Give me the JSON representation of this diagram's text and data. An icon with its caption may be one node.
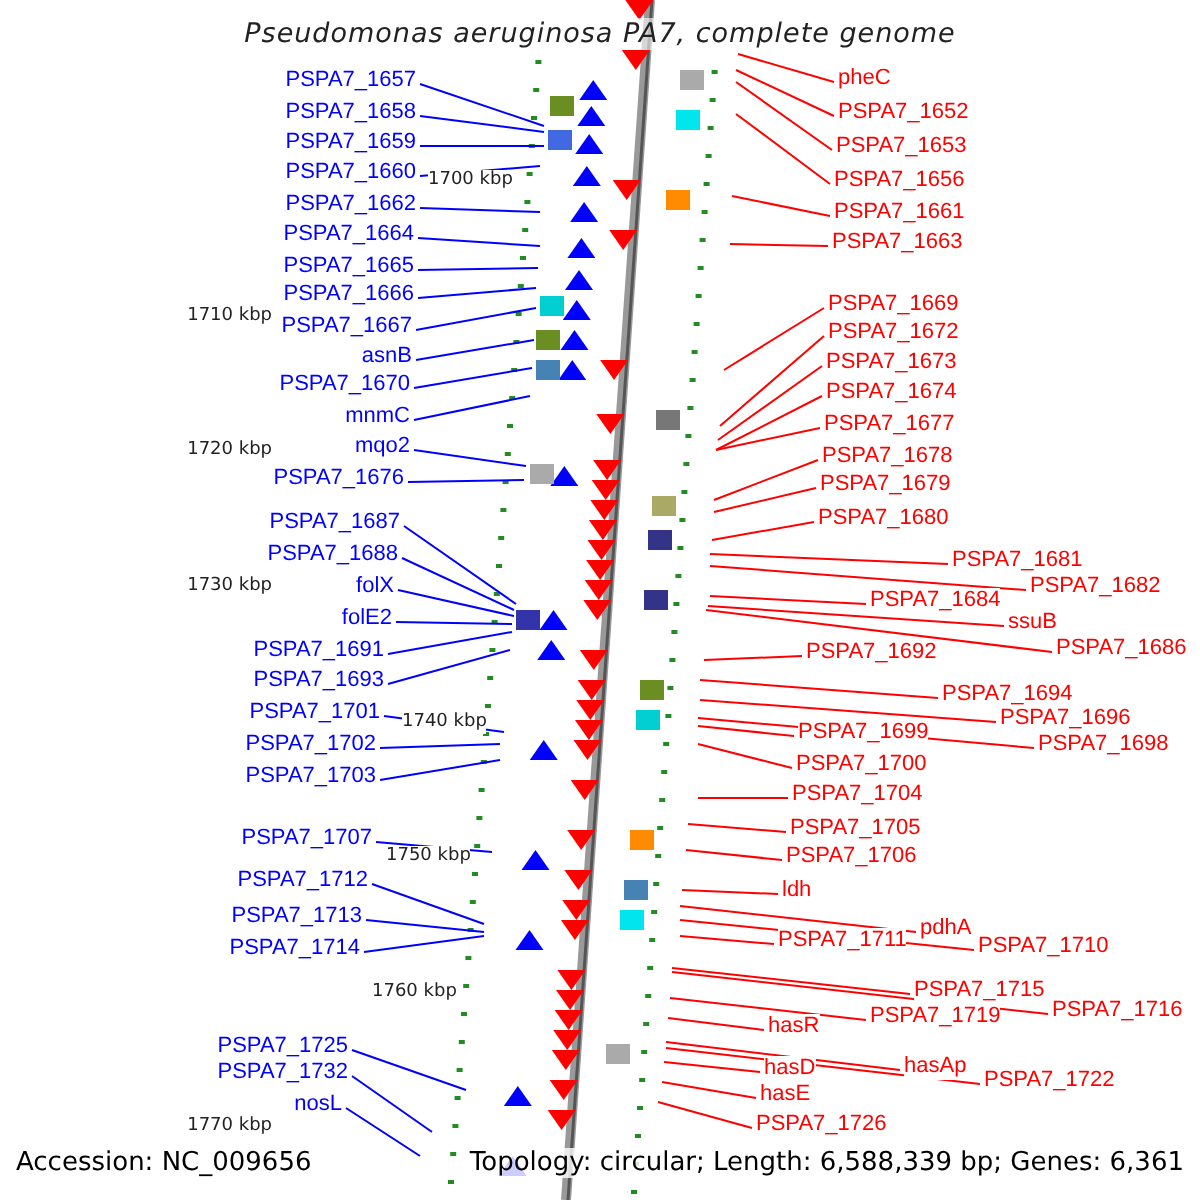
{
  "diagram": {
    "title": "Pseudomonas aeruginosa PA7, complete genome",
    "nodes": [
      {
        "text": [
          "PSPA7_1657"
        ]
      },
      {
        "text": [
          "PSPA7_1658"
        ]
      },
      {
        "text": [
          "PSPA7_1659"
        ]
      },
      {
        "text": [
          "PSPA7_1660"
        ]
      },
      {
        "text": [
          "PSPA7_1662"
        ]
      },
      {
        "text": [
          "PSPA7_1664"
        ]
      },
      {
        "text": [
          "PSPA7_1665"
        ]
      },
      {
        "text": [
          "PSPA7_1666"
        ]
      },
      {
        "text": [
          "PSPA7_1667"
        ]
      },
      {
        "text": [
          "asnB"
        ]
      },
      {
        "text": [
          "PSPA7_1670"
        ]
      },
      {
        "text": [
          "mnmC"
        ]
      },
      {
        "text": [
          "mqo2"
        ]
      },
      {
        "text": [
          "PSPA7_1676"
        ]
      },
      {
        "text": [
          "PSPA7_1687"
        ]
      },
      {
        "text": [
          "PSPA7_1688"
        ]
      },
      {
        "text": [
          "folX"
        ]
      },
      {
        "text": [
          "folE2"
        ]
      },
      {
        "text": [
          "PSPA7_1691"
        ]
      },
      {
        "text": [
          "PSPA7_1693"
        ]
      },
      {
        "text": [
          "PSPA7_1701"
        ]
      },
      {
        "text": [
          "PSPA7_1702"
        ]
      },
      {
        "text": [
          "PSPA7_1703"
        ]
      },
      {
        "text": [
          "PSPA7_1707"
        ]
      },
      {
        "text": [
          "PSPA7_1712"
        ]
      },
      {
        "text": [
          "PSPA7_1713"
        ]
      },
      {
        "text": [
          "PSPA7_1714"
        ]
      },
      {
        "text": [
          "PSPA7_1725"
        ]
      },
      {
        "text": [
          "PSPA7_1732"
        ]
      },
      {
        "text": [
          "nosL"
        ]
      },
      {
        "text": [
          "pheC"
        ]
      },
      {
        "text": [
          "PSPA7_1652"
        ]
      },
      {
        "text": [
          "PSPA7_1653"
        ]
      },
      {
        "text": [
          "PSPA7_1656"
        ]
      },
      {
        "text": [
          "PSPA7_1661"
        ]
      },
      {
        "text": [
          "PSPA7_1663"
        ]
      },
      {
        "text": [
          "PSPA7_1669"
        ]
      },
      {
        "text": [
          "PSPA7_1672"
        ]
      },
      {
        "text": [
          "PSPA7_1673"
        ]
      },
      {
        "text": [
          "PSPA7_1674"
        ]
      },
      {
        "text": [
          "PSPA7_1677"
        ]
      },
      {
        "text": [
          "PSPA7_1678"
        ]
      },
      {
        "text": [
          "PSPA7_1679"
        ]
      },
      {
        "text": [
          "PSPA7_1680"
        ]
      },
      {
        "text": [
          "PSPA7_1681"
        ]
      },
      {
        "text": [
          "PSPA7_1682"
        ]
      },
      {
        "text": [
          "PSPA7_1684"
        ]
      },
      {
        "text": [
          "ssuB"
        ]
      },
      {
        "text": [
          "PSPA7_1686"
        ]
      },
      {
        "text": [
          "PSPA7_1692"
        ]
      },
      {
        "text": [
          "PSPA7_1694"
        ]
      },
      {
        "text": [
          "PSPA7_1696"
        ]
      },
      {
        "text": [
          "PSPA7_1698"
        ]
      },
      {
        "text": [
          "PSPA7_1699"
        ]
      },
      {
        "text": [
          "PSPA7_1700"
        ]
      },
      {
        "text": [
          "PSPA7_1704"
        ]
      },
      {
        "text": [
          "PSPA7_1705"
        ]
      },
      {
        "text": [
          "PSPA7_1706"
        ]
      },
      {
        "text": [
          "ldh"
        ]
      },
      {
        "text": [
          "pdhA"
        ]
      },
      {
        "text": [
          "PSPA7_1710"
        ]
      },
      {
        "text": [
          "PSPA7_1711"
        ]
      },
      {
        "text": [
          "PSPA7_1715"
        ]
      },
      {
        "text": [
          "PSPA7_1716"
        ]
      },
      {
        "text": [
          "PSPA7_1719"
        ]
      },
      {
        "text": [
          "hasR"
        ]
      },
      {
        "text": [
          "hasAp"
        ]
      },
      {
        "text": [
          "PSPA7_1722"
        ]
      },
      {
        "text": [
          "hasD"
        ]
      },
      {
        "text": [
          "hasE"
        ]
      },
      {
        "text": [
          "PSPA7_1726"
        ]
      }
    ],
    "edges": [
      {
        "from": 0,
        "to": null,
        "arrow": "none",
        "color": "#0000ff"
      },
      {
        "from": 1,
        "to": null,
        "arrow": "none",
        "color": "#0000ff"
      },
      {
        "from": 2,
        "to": null,
        "arrow": "none",
        "color": "#0000ff"
      },
      {
        "from": 3,
        "to": null,
        "arrow": "none",
        "color": "#0000ff"
      },
      {
        "from": 4,
        "to": null,
        "arrow": "none",
        "color": "#0000ff"
      },
      {
        "from": 5,
        "to": null,
        "arrow": "none",
        "color": "#0000ff"
      },
      {
        "from": 6,
        "to": null,
        "arrow": "none",
        "color": "#0000ff"
      },
      {
        "from": 7,
        "to": null,
        "arrow": "none",
        "color": "#0000ff"
      },
      {
        "from": 8,
        "to": null,
        "arrow": "none",
        "color": "#0000ff"
      },
      {
        "from": 9,
        "to": null,
        "arrow": "none",
        "color": "#0000ff"
      },
      {
        "from": 10,
        "to": null,
        "arrow": "none",
        "color": "#0000ff"
      },
      {
        "from": 11,
        "to": null,
        "arrow": "none",
        "color": "#0000ff"
      },
      {
        "from": 12,
        "to": null,
        "arrow": "none",
        "color": "#0000ff"
      },
      {
        "from": 13,
        "to": null,
        "arrow": "none",
        "color": "#0000ff"
      },
      {
        "from": 14,
        "to": null,
        "arrow": "none",
        "color": "#0000ff"
      },
      {
        "from": 15,
        "to": null,
        "arrow": "none",
        "color": "#0000ff"
      },
      {
        "from": 16,
        "to": null,
        "arrow": "none",
        "color": "#0000ff"
      },
      {
        "from": 17,
        "to": null,
        "arrow": "none",
        "color": "#0000ff"
      },
      {
        "from": 18,
        "to": null,
        "arrow": "none",
        "color": "#0000ff"
      },
      {
        "from": 19,
        "to": null,
        "arrow": "none",
        "color": "#0000ff"
      },
      {
        "from": 20,
        "to": null,
        "arrow": "none",
        "color": "#0000ff"
      },
      {
        "from": 21,
        "to": null,
        "arrow": "none",
        "color": "#0000ff"
      },
      {
        "from": 22,
        "to": null,
        "arrow": "none",
        "color": "#0000ff"
      },
      {
        "from": 23,
        "to": null,
        "arrow": "none",
        "color": "#0000ff"
      },
      {
        "from": 24,
        "to": null,
        "arrow": "none",
        "color": "#0000ff"
      },
      {
        "from": 25,
        "to": null,
        "arrow": "none",
        "color": "#0000ff"
      },
      {
        "from": 26,
        "to": null,
        "arrow": "none",
        "color": "#0000ff"
      },
      {
        "from": 27,
        "to": null,
        "arrow": "none",
        "color": "#0000ff"
      },
      {
        "from": 28,
        "to": null,
        "arrow": "none",
        "color": "#0000ff"
      },
      {
        "from": 29,
        "to": null,
        "arrow": "none",
        "color": "#0000ff"
      },
      {
        "from": 30,
        "to": null,
        "arrow": "none"
      },
      {
        "from": 31,
        "to": null,
        "arrow": "none"
      },
      {
        "from": 32,
        "to": null,
        "arrow": "none"
      },
      {
        "from": 33,
        "to": null,
        "arrow": "none"
      },
      {
        "from": 34,
        "to": null,
        "arrow": "none"
      },
      {
        "from": 35,
        "to": null,
        "arrow": "none"
      },
      {
        "from": 36,
        "to": null,
        "arrow": "none"
      },
      {
        "from": 37,
        "to": null,
        "arrow": "none"
      },
      {
        "from": 38,
        "to": null,
        "arrow": "none"
      },
      {
        "from": 39,
        "to": null,
        "arrow": "none"
      },
      {
        "from": 40,
        "to": null,
        "arrow": "none"
      },
      {
        "from": 41,
        "to": null,
        "arrow": "none"
      },
      {
        "from": 42,
        "to": null,
        "arrow": "none"
      },
      {
        "from": 43,
        "to": null,
        "arrow": "none"
      },
      {
        "from": 44,
        "to": null,
        "arrow": "none"
      },
      {
        "from": 45,
        "to": null,
        "arrow": "none"
      },
      {
        "from": 46,
        "to": null,
        "arrow": "none"
      },
      {
        "from": 47,
        "to": null,
        "arrow": "none"
      },
      {
        "from": 48,
        "to": null,
        "arrow": "none"
      },
      {
        "from": 49,
        "to": null,
        "arrow": "none"
      },
      {
        "from": 50,
        "to": null,
        "arrow": "none"
      },
      {
        "from": 51,
        "to": null,
        "arrow": "none"
      },
      {
        "from": 52,
        "to": null,
        "arrow": "none"
      },
      {
        "from": 53,
        "to": null,
        "arrow": "none"
      },
      {
        "from": 54,
        "to": null,
        "arrow": "none"
      },
      {
        "from": 55,
        "to": null,
        "arrow": "none"
      },
      {
        "from": 56,
        "to": null,
        "arrow": "none"
      },
      {
        "from": 57,
        "to": null,
        "arrow": "none"
      },
      {
        "from": 58,
        "to": null,
        "arrow": "none"
      },
      {
        "from": 59,
        "to": null,
        "arrow": "none"
      },
      {
        "from": 60,
        "to": null,
        "arrow": "none"
      },
      {
        "from": 61,
        "to": null,
        "arrow": "none"
      },
      {
        "from": 62,
        "to": null,
        "arrow": "none"
      },
      {
        "from": 63,
        "to": null,
        "arrow": "none"
      },
      {
        "from": 64,
        "to": null,
        "arrow": "none"
      },
      {
        "from": 65,
        "to": null,
        "arrow": "none"
      },
      {
        "from": 66,
        "to": null,
        "arrow": "none"
      },
      {
        "from": 67,
        "to": null,
        "arrow": "none"
      },
      {
        "from": 68,
        "to": null,
        "arrow": "none"
      },
      {
        "from": 69,
        "to": null,
        "arrow": "none"
      },
      {
        "from": 70,
        "to": null,
        "arrow": "none"
      }
    ],
    "labels": [
      "1700 kbp",
      "1710 kbp",
      "1720 kbp",
      "1730 kbp",
      "1740 kbp",
      "1750 kbp",
      "1760 kbp",
      "1770 kbp",
      "Accession: NC_009656",
      "Topology: circular; Length: 6,588,339 bp; Genes: 6,361"
    ]
  }
}
